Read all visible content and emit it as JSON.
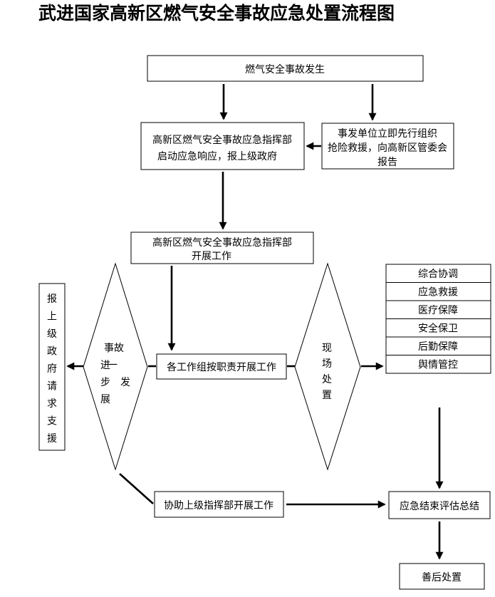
{
  "title": "武进国家高新区燃气安全事故应急处置流程图",
  "nodes": {
    "incident": "燃气安全事故发生",
    "hq_start": [
      "高新区燃气安全事故应急指挥部",
      "启动应急响应，报上级政府"
    ],
    "unit_rescue": [
      "事发单位立即先行组织",
      "抢险救援，向高新区管委会",
      "报告"
    ],
    "hq_work": [
      "高新区燃气安全事故应急指挥部",
      "开展工作"
    ],
    "groups": "各工作组按职责开展工作",
    "escalate": [
      "事故",
      "进",
      "一",
      "步",
      "发",
      "展"
    ],
    "onsite": [
      "现",
      "场",
      "处",
      "置"
    ],
    "report_up": [
      "报",
      "上",
      "级",
      "政",
      "府",
      "请",
      "求",
      "支",
      "援"
    ],
    "teams": [
      "综合协调",
      "应急救援",
      "医疗保障",
      "安全保卫",
      "后勤保障",
      "舆情管控"
    ],
    "assist": "协助上级指挥部开展工作",
    "end_eval": "应急结束评估总结",
    "aftermath": "善后处置"
  }
}
